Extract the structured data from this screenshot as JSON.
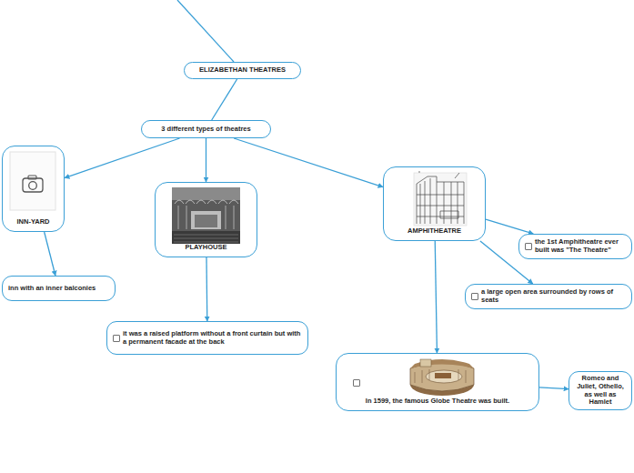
{
  "diagram": {
    "nodes": [
      {
        "text": [
          "ELIZABETHAN THEATRES"
        ]
      },
      {
        "text": [
          "3 different types of theatres"
        ]
      },
      {
        "text": [
          "INN-YARD"
        ]
      },
      {
        "text": [
          "inn with an inner balconies"
        ]
      },
      {
        "text": [
          "PLAYHOUSE"
        ]
      },
      {
        "text": [
          "it was a raised platform without a front curtain but with a permanent facade at the back"
        ]
      },
      {
        "text": [
          "AMPHITHEATRE"
        ]
      },
      {
        "text": [
          "the 1st Amphitheatre ever built was \"The Theatre\""
        ]
      },
      {
        "text": [
          "a large open area surrounded by rows of seats"
        ]
      },
      {
        "text": [
          "In 1599, the famous Globe Theatre was built."
        ]
      },
      {
        "text": [
          "Romeo and Juliet, Othello, as well as Hamlet"
        ]
      }
    ],
    "edges": [
      {
        "from": 0,
        "to": 1,
        "arrow": "none"
      },
      {
        "from": 1,
        "to": 2,
        "arrow": "to"
      },
      {
        "from": 1,
        "to": 4,
        "arrow": "to"
      },
      {
        "from": 1,
        "to": 6,
        "arrow": "to"
      },
      {
        "from": 2,
        "to": 3,
        "arrow": "to"
      },
      {
        "from": 4,
        "to": 5,
        "arrow": "to"
      },
      {
        "from": 6,
        "to": 7,
        "arrow": "to"
      },
      {
        "from": 6,
        "to": 8,
        "arrow": "to"
      },
      {
        "from": 6,
        "to": 9,
        "arrow": "to"
      },
      {
        "from": 9,
        "to": 10,
        "arrow": "to"
      }
    ]
  }
}
